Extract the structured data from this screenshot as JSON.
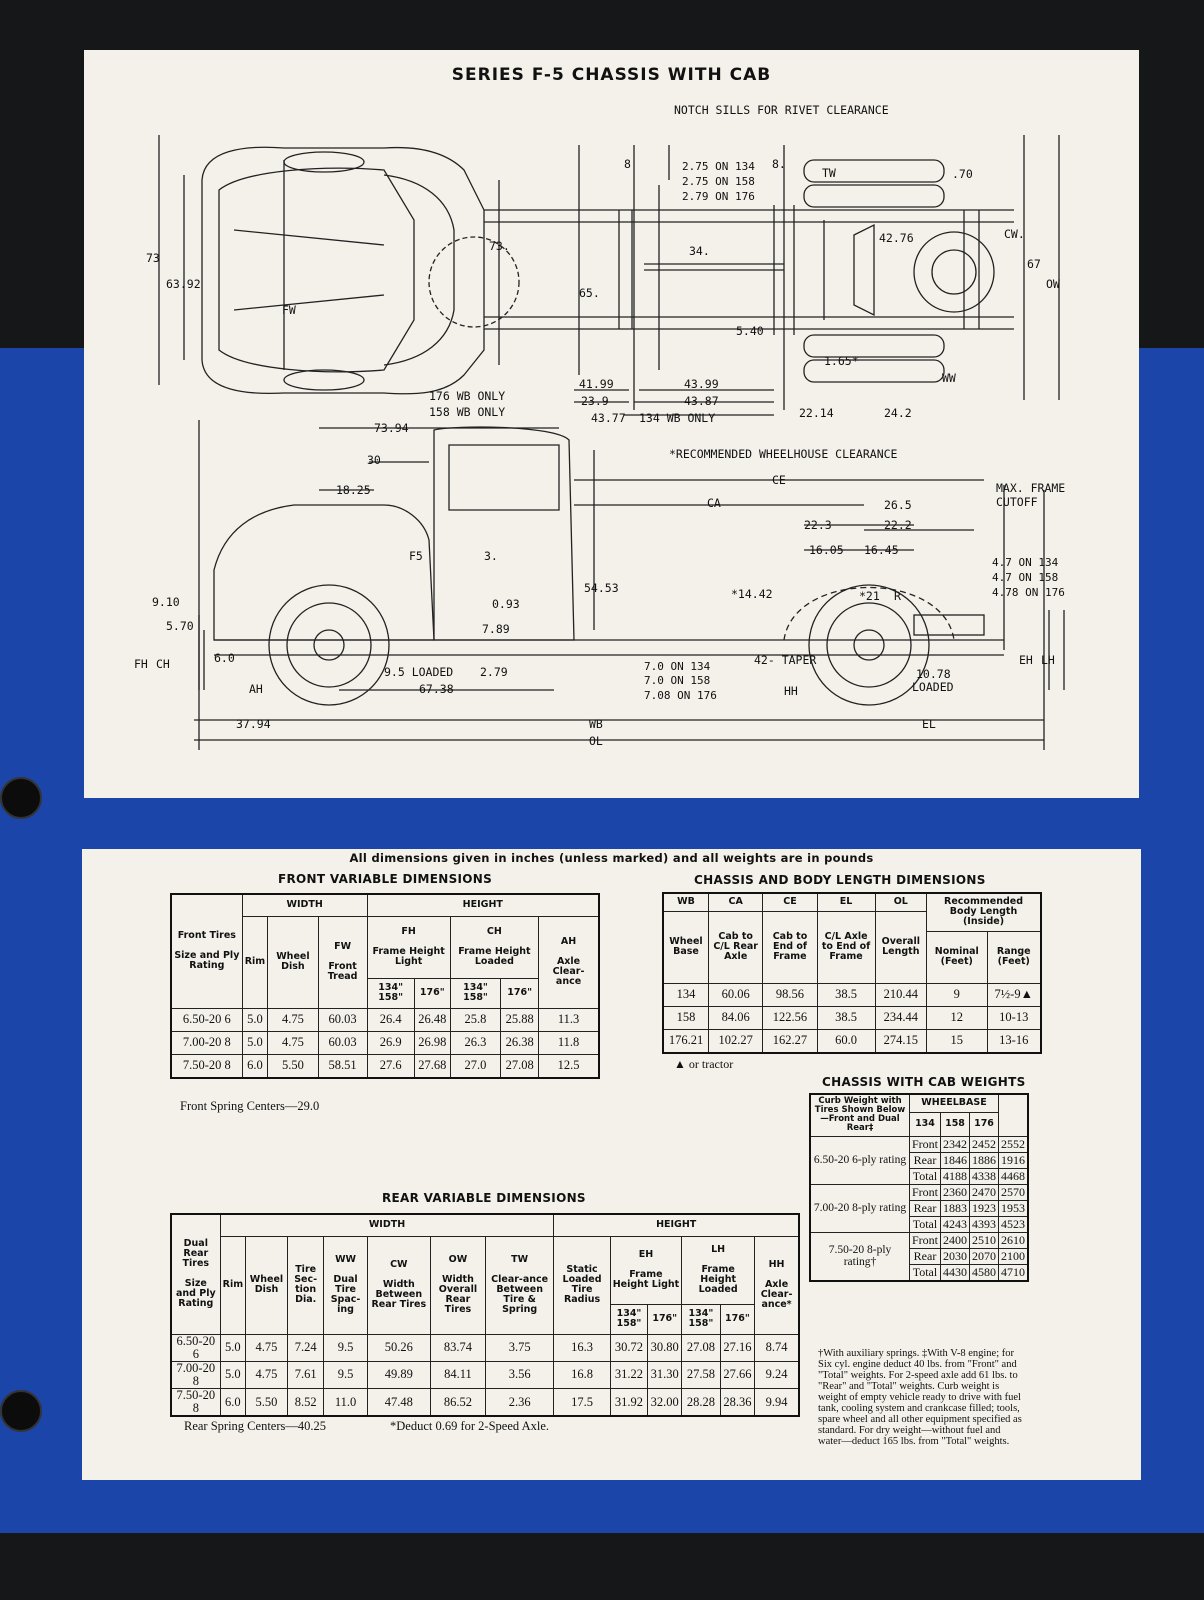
{
  "diagram": {
    "title": "SERIES F-5 CHASSIS WITH CAB",
    "labels": {
      "notch": "NOTCH SILLS FOR RIVET CLEARANCE",
      "wheelhouse": "*RECOMMENDED WHEELHOUSE CLEARANCE",
      "frame_cutoff_1": "MAX. FRAME",
      "frame_cutoff_2": "CUTOFF",
      "d_8a": "8",
      "d_8b": "8.",
      "d_275_134": "2.75 ON 134",
      "d_275_158": "2.75 ON 158",
      "d_279_176": "2.79 ON 176",
      "tw": "TW",
      "d_70": ".70",
      "d_4276": "42.76",
      "cw": "CW.",
      "d_67": "67",
      "ow": "OW",
      "d_73a": "73",
      "d_6392": "63.92",
      "fw": "FW",
      "d_73b": "73.",
      "d_34": "34.",
      "d_65": "65.",
      "d_540": "5.40",
      "d_165": "1.65*",
      "ww": "WW",
      "d_4199": "41.99",
      "d_239": "23.9",
      "d_4377": "43.77",
      "d_4399": "43.99",
      "d_4387": "43.87",
      "wb176": "176  WB ONLY",
      "wb158": "158  WB ONLY",
      "wb134": "134  WB ONLY",
      "d_2214": "22.14",
      "d_242": "24.2",
      "d_7394": "73.94",
      "d_30": "30",
      "d_1825": "18.25",
      "ce": "CE",
      "ca": "CA",
      "d_265": "26.5",
      "d_223a": "22.3",
      "d_222": "22.2",
      "d_1605": "16.05",
      "d_1645": "16.45",
      "d_47_134": "4.7  ON 134",
      "d_47_158": "4.7  ON 158",
      "d_478_176": "4.78 ON 176",
      "f5": "F5",
      "d_3": "3.",
      "d_5453": "54.53",
      "d_1442": "*14.42",
      "d_21": "*21",
      "r": "R",
      "d_910": "9.10",
      "d_570": "5.70",
      "d_093": "0.93",
      "d_789": "7.89",
      "fh": "FH",
      "ch": "CH",
      "d_60": "6.0",
      "ah": "AH",
      "d_95": "9.5  LOADED",
      "d_279b": "2.79",
      "d_6738": "67.38",
      "d_70_134": "7.0  ON 134",
      "d_70_158": "7.0  ON 158",
      "d_708_176": "7.08 ON 176",
      "taper": "42- TAPER",
      "hh": "HH",
      "d_1078": "10.78",
      "loaded": "LOADED",
      "eh": "EH",
      "lh": "LH",
      "d_3794": "37.94",
      "wb": "WB",
      "el": "EL",
      "ol": "OL"
    }
  },
  "intro": "All dimensions given in inches (unless marked) and all weights are in pounds",
  "front": {
    "title": "FRONT VARIABLE DIMENSIONS",
    "h_tires": "Front Tires",
    "h_size": "Size and Ply Rating",
    "h_width": "WIDTH",
    "h_height": "HEIGHT",
    "h_fw": "FW",
    "h_fh": "FH",
    "h_ch": "CH",
    "h_ah": "AH",
    "h_rim": "Rim",
    "h_dish": "Wheel Dish",
    "h_tread": "Front Tread",
    "h_fh_desc": "Frame Height Light",
    "h_ch_desc": "Frame Height Loaded",
    "h_ah_desc": "Axle Clear-ance",
    "h_134158": "134\" 158\"",
    "h_176": "176\"",
    "rows": [
      [
        "6.50-20   6",
        "5.0",
        "4.75",
        "60.03",
        "26.4",
        "26.48",
        "25.8",
        "25.88",
        "11.3"
      ],
      [
        "7.00-20   8",
        "5.0",
        "4.75",
        "60.03",
        "26.9",
        "26.98",
        "26.3",
        "26.38",
        "11.8"
      ],
      [
        "7.50-20   8",
        "6.0",
        "5.50",
        "58.51",
        "27.6",
        "27.68",
        "27.0",
        "27.08",
        "12.5"
      ]
    ],
    "note": "Front Spring Centers—29.0"
  },
  "length": {
    "title": "CHASSIS AND BODY LENGTH DIMENSIONS",
    "h_wb": "WB",
    "h_ca": "CA",
    "h_ce": "CE",
    "h_el": "EL",
    "h_ol": "OL",
    "h_rec": "Recommended Body Length (Inside)",
    "h_wb_desc": "Wheel Base",
    "h_ca_desc": "Cab to C/L Rear Axle",
    "h_ce_desc": "Cab to End of Frame",
    "h_el_desc": "C/L Axle to End of Frame",
    "h_ol_desc": "Overall Length",
    "h_nom": "Nominal (Feet)",
    "h_range": "Range (Feet)",
    "rows": [
      [
        "134",
        "60.06",
        "98.56",
        "38.5",
        "210.44",
        "9",
        "7½-9▲"
      ],
      [
        "158",
        "84.06",
        "122.56",
        "38.5",
        "234.44",
        "12",
        "10-13"
      ],
      [
        "176.21",
        "102.27",
        "162.27",
        "60.0",
        "274.15",
        "15",
        "13-16"
      ]
    ],
    "note": "▲ or tractor"
  },
  "weights": {
    "title": "CHASSIS WITH CAB WEIGHTS",
    "h_curb": "Curb Weight with Tires Shown Below—Front and Dual Rear‡",
    "h_wb": "WHEELBASE",
    "wbs": [
      "134",
      "158",
      "176"
    ],
    "groups": [
      {
        "tire": "6.50-20 6-ply rating",
        "rows": [
          [
            "Front",
            "2342",
            "2452",
            "2552"
          ],
          [
            "Rear",
            "1846",
            "1886",
            "1916"
          ],
          [
            "Total",
            "4188",
            "4338",
            "4468"
          ]
        ]
      },
      {
        "tire": "7.00-20 8-ply rating",
        "rows": [
          [
            "Front",
            "2360",
            "2470",
            "2570"
          ],
          [
            "Rear",
            "1883",
            "1923",
            "1953"
          ],
          [
            "Total",
            "4243",
            "4393",
            "4523"
          ]
        ]
      },
      {
        "tire": "7.50-20 8-ply rating†",
        "rows": [
          [
            "Front",
            "2400",
            "2510",
            "2610"
          ],
          [
            "Rear",
            "2030",
            "2070",
            "2100"
          ],
          [
            "Total",
            "4430",
            "4580",
            "4710"
          ]
        ]
      }
    ],
    "footnote": "†With auxiliary springs. ‡With V-8 engine; for Six cyl. engine deduct 40 lbs. from \"Front\" and \"Total\" weights. For 2-speed axle add 61 lbs. to \"Rear\" and \"Total\" weights. Curb weight is weight of empty vehicle ready to drive with fuel tank, cooling system and crankcase filled; tools, spare wheel and all other equipment specified as standard. For dry weight—without fuel and water—deduct 165 lbs. from \"Total\" weights."
  },
  "rear": {
    "title": "REAR VARIABLE DIMENSIONS",
    "h_tires": "Dual Rear Tires",
    "h_size": "Size and Ply Rating",
    "h_width": "WIDTH",
    "h_height": "HEIGHT",
    "h_ww": "WW",
    "h_cw": "CW",
    "h_ow": "OW",
    "h_tw": "TW",
    "h_eh": "EH",
    "h_lh": "LH",
    "h_hh": "HH",
    "h_rim": "Rim",
    "h_dish": "Wheel Dish",
    "h_sect": "Tire Sec-tion Dia.",
    "h_ww_desc": "Dual Tire Spac-ing",
    "h_cw_desc": "Width Between Rear Tires",
    "h_ow_desc": "Width Overall Rear Tires",
    "h_tw_desc": "Clear-ance Between Tire & Spring",
    "h_static": "Static Loaded Tire Radius",
    "h_eh_desc": "Frame Height Light",
    "h_lh_desc": "Frame Height Loaded",
    "h_hh_desc": "Axle Clear-ance*",
    "h_134158": "134\" 158\"",
    "h_176": "176\"",
    "rows": [
      [
        "6.50-20 6",
        "5.0",
        "4.75",
        "7.24",
        "9.5",
        "50.26",
        "83.74",
        "3.75",
        "16.3",
        "30.72",
        "30.80",
        "27.08",
        "27.16",
        "8.74"
      ],
      [
        "7.00-20 8",
        "5.0",
        "4.75",
        "7.61",
        "9.5",
        "49.89",
        "84.11",
        "3.56",
        "16.8",
        "31.22",
        "31.30",
        "27.58",
        "27.66",
        "9.24"
      ],
      [
        "7.50-20 8",
        "6.0",
        "5.50",
        "8.52",
        "11.0",
        "47.48",
        "86.52",
        "2.36",
        "17.5",
        "31.92",
        "32.00",
        "28.28",
        "28.36",
        "9.94"
      ]
    ],
    "note1": "Rear Spring Centers—40.25",
    "note2": "*Deduct 0.69 for 2-Speed Axle."
  }
}
